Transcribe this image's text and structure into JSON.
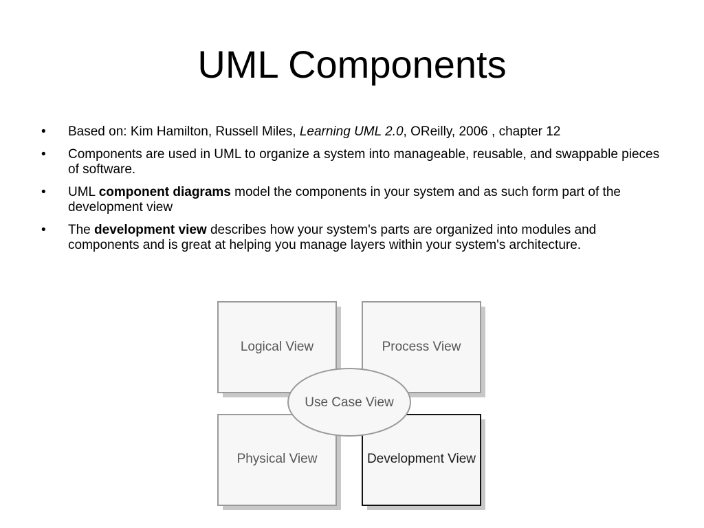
{
  "title": "UML Components",
  "bullets": {
    "b1": {
      "marker": "•",
      "text1": "Based on: Kim Hamilton, Russell Miles, ",
      "italic": "Learning UML 2.0",
      "text2": ", OReilly, 2006 , chapter 12"
    },
    "b2": {
      "marker": "•",
      "text": "Components are used in UML to organize a system into manageable, reusable, and swappable pieces of software."
    },
    "b3": {
      "marker": "•",
      "text1": "UML ",
      "bold": "component diagrams",
      "text2": " model the components in your system and as such form part of the development view"
    },
    "b4": {
      "marker": "•",
      "text1": "The ",
      "bold": "development view",
      "text2": " describes how your system's parts are organized into modules and components and is great at helping you manage layers within your system's architecture."
    }
  },
  "diagram": {
    "logical": "Logical View",
    "process": "Process View",
    "use_case": "Use Case View",
    "physical": "Physical View",
    "development": "Development View",
    "colors": {
      "box_fill": "#f7f7f7",
      "box_border": "#9a9a9a",
      "shadow": "#c8c8c8",
      "highlight_border": "#111111",
      "label": "#555555",
      "highlight_label": "#1a1a1a"
    }
  }
}
